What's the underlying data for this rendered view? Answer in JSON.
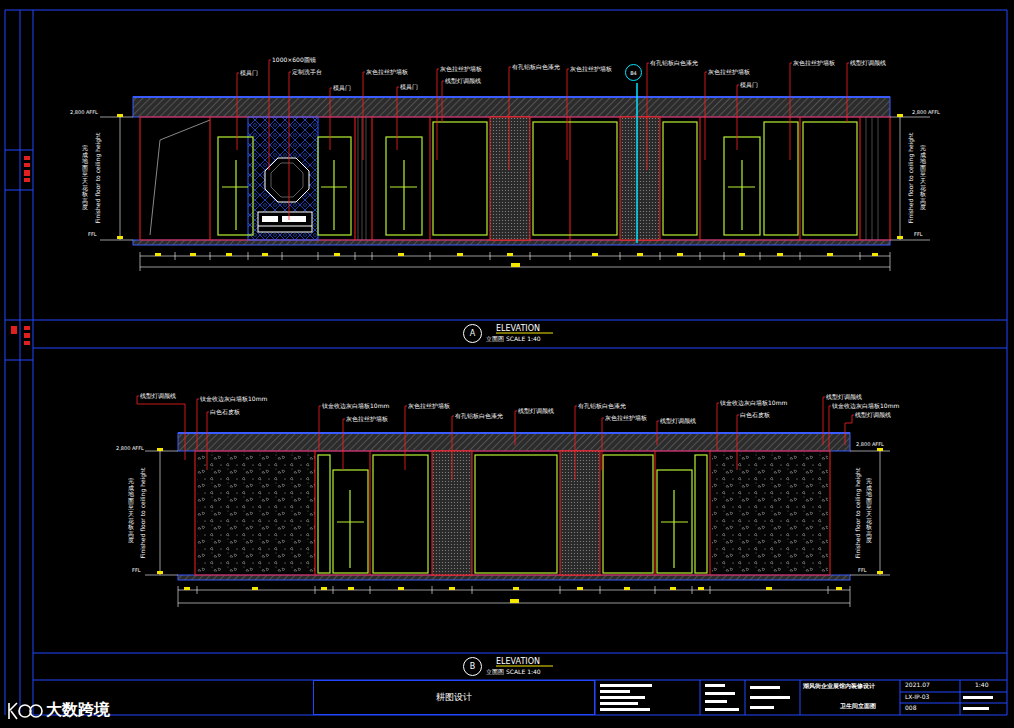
{
  "diagram": {
    "nodes": [
      {
        "text": [
          "B4"
        ]
      },
      {
        "text": [
          "A"
        ]
      },
      {
        "text": [
          "B"
        ]
      },
      {
        "text": [
          "耕图设计"
        ]
      }
    ],
    "labels": [
      "模具门",
      "1000×600圆镜",
      "定制洗手台",
      "模具门",
      "灰色拉丝护墙板",
      "模具门",
      "灰色拉丝护墙板",
      "线型灯调颜线",
      "有孔铝板白色漆光",
      "灰色拉丝护墙板",
      "有孔铝板白色漆光",
      "灰色拉丝护墙板",
      "模具门",
      "灰色拉丝护墙板",
      "线型灯调颜线",
      "2,800 AFFL",
      "FFL",
      "完成地面至天花板高度",
      "Finished floor to ceiling height",
      "2,800 AFFL",
      "FFL",
      "Finished floor to ceiling height",
      "完成地面至天花板高度",
      "ELEVATION",
      "立面图",
      "SCALE 1:40",
      "线型灯调颜线",
      "钛金收边灰白墙板10mm",
      "白色石皮板",
      "钛金收边灰白墙板10mm",
      "灰色拉丝护墙板",
      "灰色拉丝护墙板",
      "有孔铝板白色漆光",
      "线型灯调颜线",
      "有孔铝板白色漆光",
      "灰色拉丝护墙板",
      "线型灯调颜线",
      "钛金收边灰白墙板10mm",
      "白色石皮板",
      "线型灯调颜线",
      "钛金收边灰白墙板10mm",
      "线型灯调颜线",
      "2,800 AFFL",
      "FFL",
      "完成地面至天花板高度",
      "Finished floor to ceiling height",
      "2,800 AFFL",
      "FFL",
      "Finished floor to ceiling height",
      "完成地面至天花板高度",
      "ELEVATION",
      "立面图",
      "SCALE 1:40",
      "湖风街企业展馆内装修设计",
      "卫生间立面图",
      "2021.07",
      "1:40",
      "LX-IP-03",
      "008",
      "大数跨境"
    ]
  }
}
